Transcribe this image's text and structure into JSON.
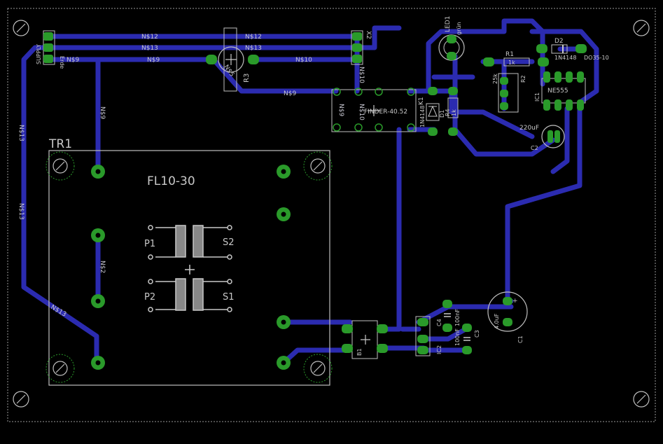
{
  "board": {
    "transformer_name": "TR1",
    "transformer_value": "FL10-30",
    "pin_labels": {
      "p1": "P1",
      "p2": "P2",
      "s1": "S1",
      "s2": "S2"
    }
  },
  "nets": {
    "n12": "N$12",
    "n13": "N$13",
    "n9": "N$9",
    "n10": "N$10",
    "n2": "N$2",
    "n5": "N$5"
  },
  "components": {
    "supply_label": "SUPPLY",
    "erde_label": "Erde",
    "x2": "X2",
    "r3": "R3",
    "led1": "LED1",
    "led_value": "grün",
    "k1": "K1",
    "relay_value": "FINDER-40.52",
    "d1": "D1",
    "d1_value": "1N4148",
    "d2": "D2",
    "d2_value": "1N4148",
    "d2_package": "DO35-10",
    "r1": "R1",
    "r1_value": "1k",
    "r2": "R2",
    "r2_value": "25k",
    "r4": "R4",
    "r4_value": "1k",
    "ic1": "IC1",
    "ic1_value": "NE555",
    "c2": "C2",
    "c2_value": "220uF",
    "b1": "B1",
    "ic2": "IC2",
    "c4": "C4",
    "c4_value": "100nF",
    "c3": "C3",
    "c3_value": "100nF",
    "c1": "C1",
    "c1_value": "4.0uF"
  },
  "colors": {
    "background": "#000000",
    "trace": "#2b2bb0",
    "pad": "#2a9a2a",
    "outline": "#bfbfbf",
    "label": "#c8c8c8"
  }
}
